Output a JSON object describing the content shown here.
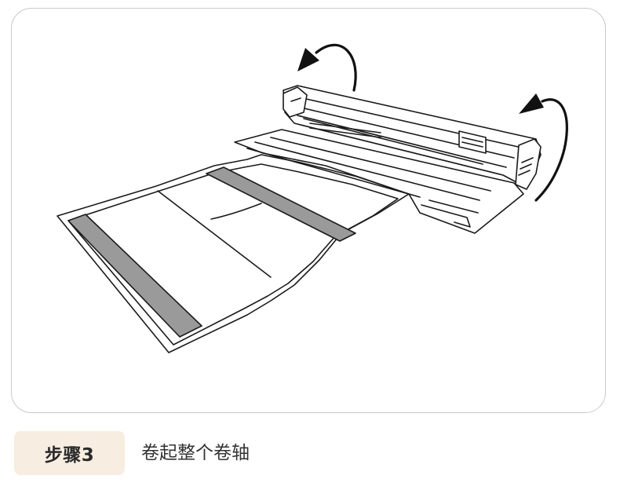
{
  "step": {
    "badge_label": "步骤3",
    "description": "卷起整个卷轴"
  },
  "colors": {
    "badge_background": "#f7ede0",
    "card_border": "#c9c9c9",
    "line_art": "#1a1a1a",
    "gray_stripe": "#999999"
  },
  "illustration": {
    "icons": [
      "rotate-arrow-icon-left",
      "rotate-arrow-icon-right"
    ]
  }
}
